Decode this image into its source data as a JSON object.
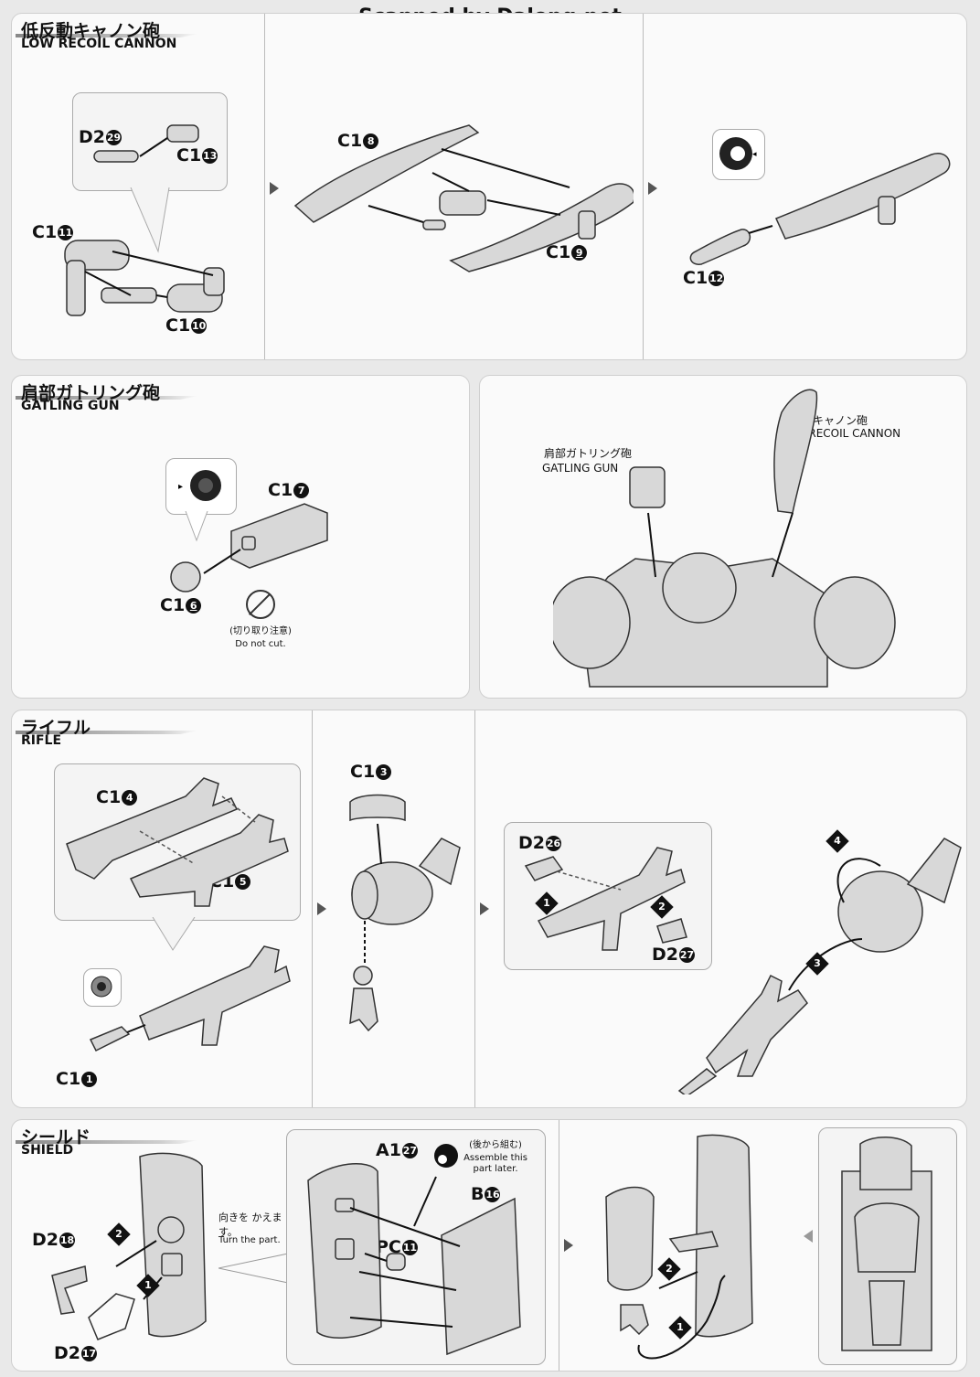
{
  "header": {
    "title": "Scanned by Dalong.net"
  },
  "sections": {
    "cannon": {
      "title_jp": "低反動キャノン砲",
      "title_en": "LOW RECOIL CANNON",
      "parts": {
        "d2_29": {
          "code": "D2",
          "num": "29"
        },
        "c1_13": {
          "code": "C1",
          "num": "13"
        },
        "c1_11": {
          "code": "C1",
          "num": "11"
        },
        "c1_10": {
          "code": "C1",
          "num": "10"
        },
        "c1_8": {
          "code": "C1",
          "num": "8"
        },
        "c1_9": {
          "code": "C1",
          "num": "9"
        },
        "c1_12": {
          "code": "C1",
          "num": "12"
        }
      }
    },
    "gatling": {
      "title_jp": "肩部ガトリング砲",
      "title_en": "GATLING GUN",
      "parts": {
        "c1_7": {
          "code": "C1",
          "num": "7"
        },
        "c1_6": {
          "code": "C1",
          "num": "6"
        }
      },
      "note_jp": "(切り取り注意)",
      "note_en": "Do not cut."
    },
    "assembly": {
      "gatling_jp": "肩部ガトリング砲",
      "gatling_en": "GATLING GUN",
      "cannon_jp": "低反動キャノン砲",
      "cannon_en": "LOW RECOIL CANNON"
    },
    "rifle": {
      "title_jp": "ライフル",
      "title_en": "RIFLE",
      "parts": {
        "c1_4": {
          "code": "C1",
          "num": "4"
        },
        "c1_5": {
          "code": "C1",
          "num": "5"
        },
        "c1_1": {
          "code": "C1",
          "num": "1"
        },
        "c1_3": {
          "code": "C1",
          "num": "3"
        },
        "d2_26": {
          "code": "D2",
          "num": "26"
        },
        "d2_27": {
          "code": "D2",
          "num": "27"
        }
      },
      "steps": [
        "1",
        "2",
        "3",
        "4"
      ]
    },
    "shield": {
      "title_jp": "シールド",
      "title_en": "SHIELD",
      "parts": {
        "d2_18": {
          "code": "D2",
          "num": "18"
        },
        "d2_17": {
          "code": "D2",
          "num": "17"
        },
        "a1_27": {
          "code": "A1",
          "num": "27"
        },
        "b_16": {
          "code": "B",
          "num": "16"
        },
        "pc_11": {
          "code": "PC",
          "num": "11"
        }
      },
      "turn_jp": "向きを かえます。",
      "turn_en": "Turn the part.",
      "later_jp": "(後から組む)",
      "later_en": "Assemble this part later.",
      "steps": [
        "1",
        "2"
      ]
    }
  }
}
